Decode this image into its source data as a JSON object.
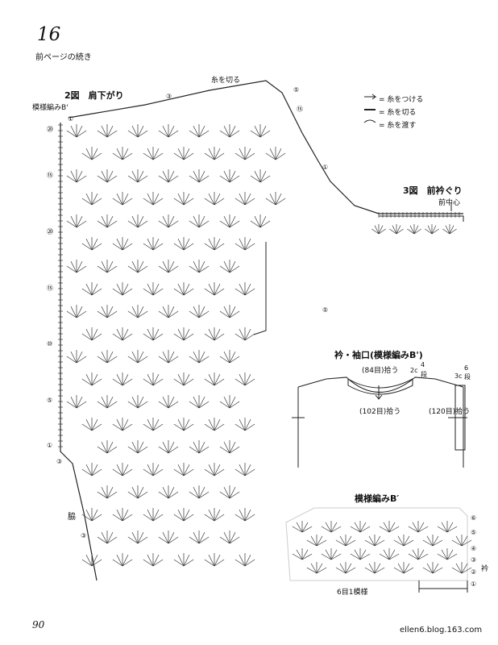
{
  "page": {
    "number_top": "16",
    "continued": "前ページの続き",
    "page_number": "90",
    "watermark": "ellen6.blog.163.com"
  },
  "fig2": {
    "title": "2図　肩下がり",
    "pattern": "模様編みB'",
    "cut_yarn": "糸を切る",
    "side": "脇",
    "row_numbers": [
      "⑳",
      "⑮",
      "⑩",
      "⑤",
      "①"
    ],
    "marks": [
      "①",
      "③",
      "⑤",
      "⑮",
      "③",
      "①",
      "⑤",
      "③"
    ]
  },
  "fig3": {
    "title": "3図　前衿ぐり",
    "center": "前中心"
  },
  "legend": {
    "attach": "= 糸をつける",
    "cut": "= 糸を切る",
    "pass": "= 糸を渡す"
  },
  "neck": {
    "title": "衿・袖口(模様編みB')",
    "pickup_84": "(84目)拾う",
    "pickup_102": "(102目)拾う",
    "pickup_120": "(120目)拾う",
    "cm2": "2c",
    "rows4": "4",
    "dan": "段",
    "cm3": "3c",
    "rows6": "6",
    "dan2": "段"
  },
  "patternB": {
    "title": "模様編みB′",
    "repeat": "6目1模様",
    "collar": "衿",
    "rows": [
      "⑥",
      "⑤",
      "④",
      "③",
      "②",
      "①"
    ]
  }
}
